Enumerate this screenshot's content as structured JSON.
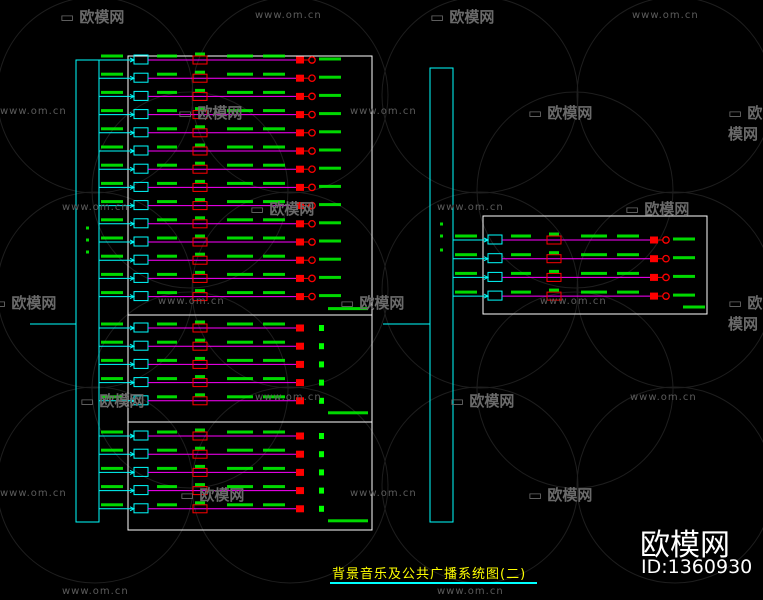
{
  "diagram": {
    "title": "背景音乐及公共广播系统图(二)",
    "watermark_logo": "欧模网",
    "watermark_url": "www.om.cn",
    "brand_name": "欧模网",
    "brand_id": "ID:1360930",
    "colors": {
      "background": "#000000",
      "frame": "#ffffff",
      "bus": "#00ffff",
      "feeder": "#00ff00",
      "device": "#ff0000",
      "branch_line": "#ff00ff",
      "title": "#ffff00",
      "watermark": "#5c5c5c"
    },
    "left_system": {
      "group_sizes": [
        14,
        5,
        5
      ],
      "has_endpoint_circle": [
        true,
        false,
        false
      ]
    },
    "right_system": {
      "group_sizes": [
        4
      ],
      "has_endpoint_circle": [
        true
      ]
    }
  }
}
